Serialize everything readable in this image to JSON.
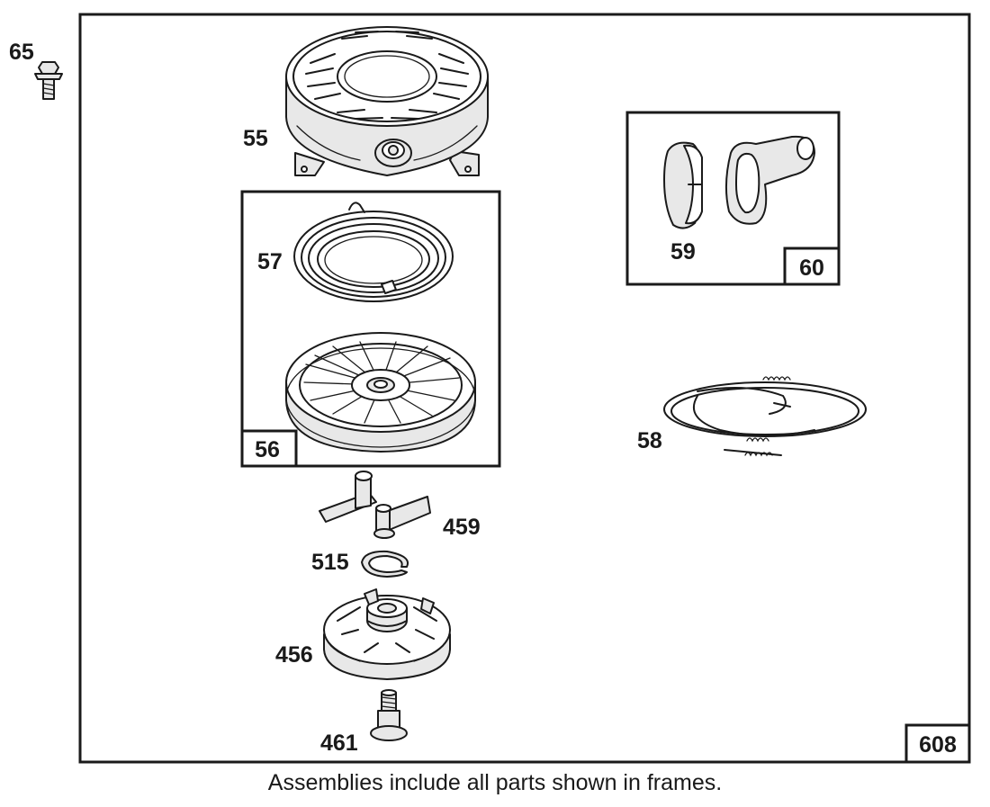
{
  "labels": {
    "p65": "65",
    "p55": "55",
    "p57": "57",
    "p56": "56",
    "p59": "59",
    "p60": "60",
    "p58": "58",
    "p459": "459",
    "p515": "515",
    "p456": "456",
    "p461": "461",
    "p608": "608"
  },
  "caption": "Assemblies include all parts shown in frames.",
  "colors": {
    "line": "#1a1a1a",
    "fill": "#e8e8e8",
    "background": "#ffffff"
  }
}
